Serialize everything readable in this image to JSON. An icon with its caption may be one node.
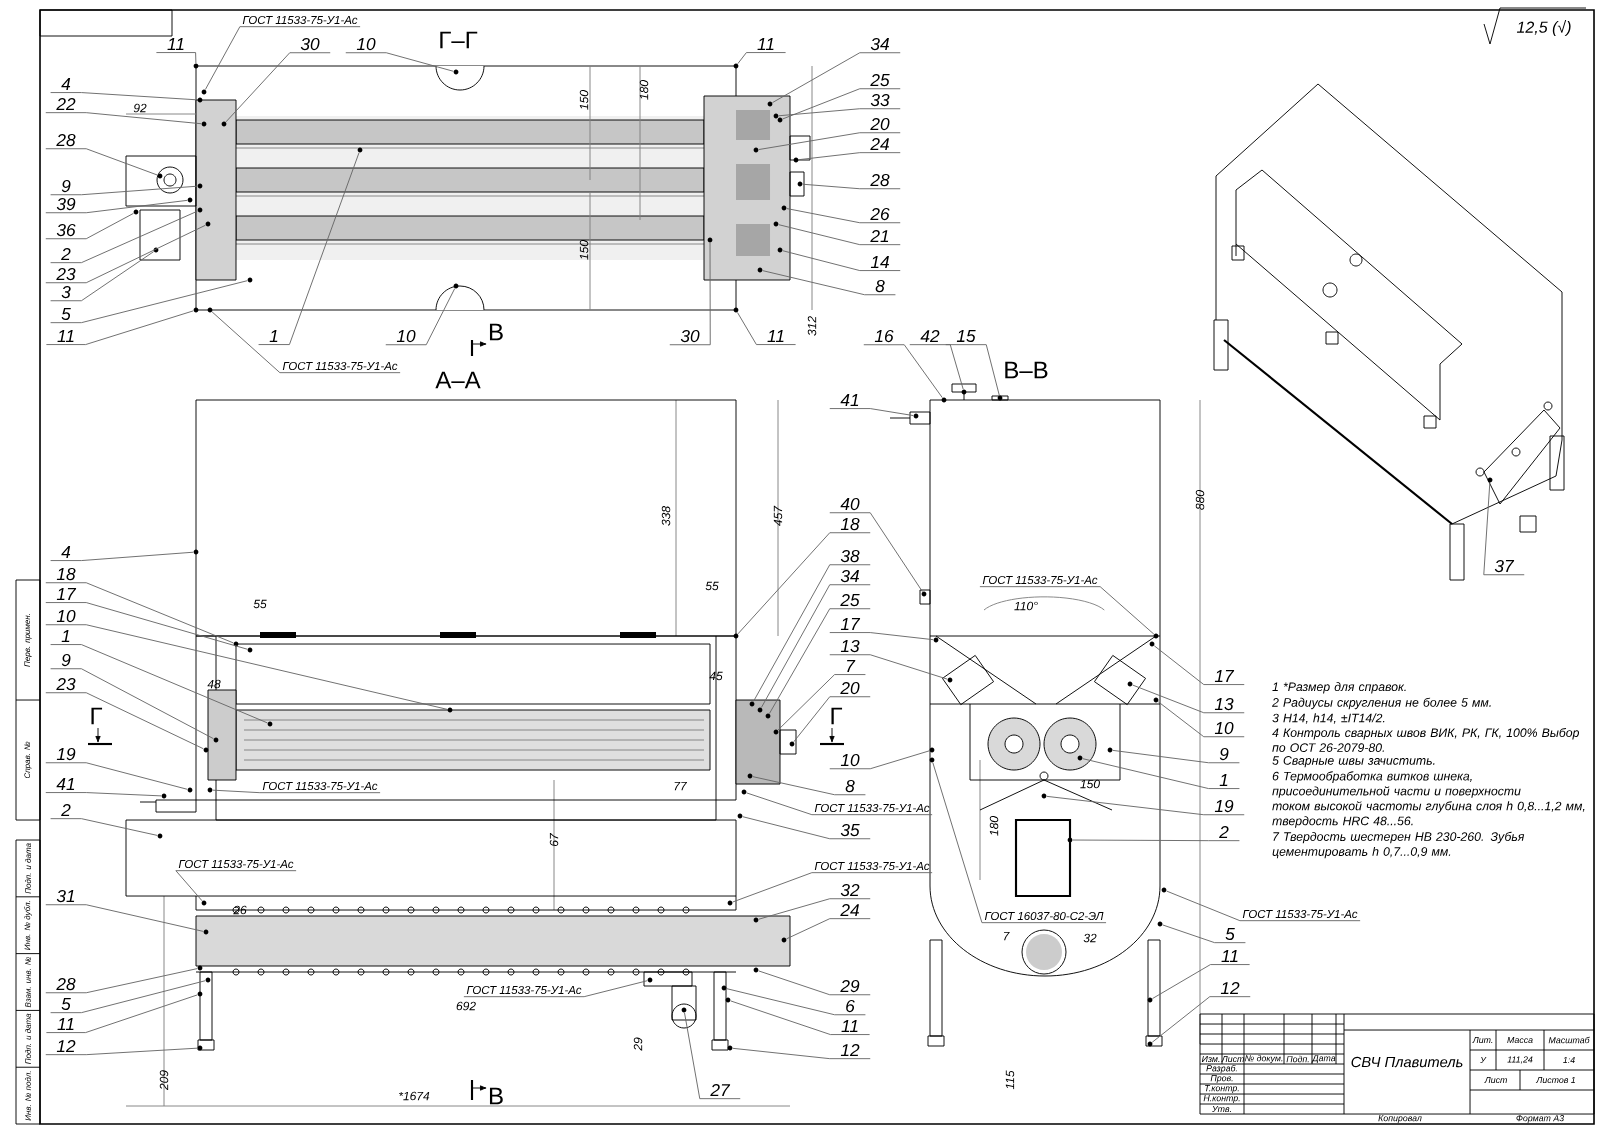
{
  "diagram": {
    "nodes": [
      {
        "text": [
          "ГОСТ 11533-75-У1-Ас"
        ]
      },
      {
        "text": [
          "11"
        ]
      },
      {
        "text": [
          "4"
        ]
      },
      {
        "text": [
          "22"
        ]
      },
      {
        "text": [
          "28"
        ]
      },
      {
        "text": [
          "9"
        ]
      },
      {
        "text": [
          "39"
        ]
      },
      {
        "text": [
          "36"
        ]
      },
      {
        "text": [
          "2"
        ]
      },
      {
        "text": [
          "23"
        ]
      },
      {
        "text": [
          "3"
        ]
      },
      {
        "text": [
          "5"
        ]
      },
      {
        "text": [
          "11"
        ]
      },
      {
        "text": [
          "30"
        ]
      },
      {
        "text": [
          "10"
        ]
      },
      {
        "text": [
          "11"
        ]
      },
      {
        "text": [
          "34"
        ]
      },
      {
        "text": [
          "25"
        ]
      },
      {
        "text": [
          "33"
        ]
      },
      {
        "text": [
          "20"
        ]
      },
      {
        "text": [
          "24"
        ]
      },
      {
        "text": [
          "28"
        ]
      },
      {
        "text": [
          "26"
        ]
      },
      {
        "text": [
          "21"
        ]
      },
      {
        "text": [
          "14"
        ]
      },
      {
        "text": [
          "8"
        ]
      },
      {
        "text": [
          "1"
        ]
      },
      {
        "text": [
          "10"
        ]
      },
      {
        "text": [
          "30"
        ]
      },
      {
        "text": [
          "11"
        ]
      },
      {
        "text": [
          "ГОСТ 11533-75-У1-Ас"
        ]
      },
      {
        "text": [
          "4"
        ]
      },
      {
        "text": [
          "18"
        ]
      },
      {
        "text": [
          "17"
        ]
      },
      {
        "text": [
          "10"
        ]
      },
      {
        "text": [
          "1"
        ]
      },
      {
        "text": [
          "9"
        ]
      },
      {
        "text": [
          "23"
        ]
      },
      {
        "text": [
          "19"
        ]
      },
      {
        "text": [
          "41"
        ]
      },
      {
        "text": [
          "2"
        ]
      },
      {
        "text": [
          "31"
        ]
      },
      {
        "text": [
          "28"
        ]
      },
      {
        "text": [
          "5"
        ]
      },
      {
        "text": [
          "11"
        ]
      },
      {
        "text": [
          "12"
        ]
      },
      {
        "text": [
          "ГОСТ 11533-75-У1-Ас"
        ]
      },
      {
        "text": [
          "ГОСТ 11533-75-У1-Ас"
        ]
      },
      {
        "text": [
          "ГОСТ 11533-75-У1-Ас"
        ]
      },
      {
        "text": [
          "41"
        ]
      },
      {
        "text": [
          "40"
        ]
      },
      {
        "text": [
          "18"
        ]
      },
      {
        "text": [
          "38"
        ]
      },
      {
        "text": [
          "34"
        ]
      },
      {
        "text": [
          "25"
        ]
      },
      {
        "text": [
          "17"
        ]
      },
      {
        "text": [
          "13"
        ]
      },
      {
        "text": [
          "7"
        ]
      },
      {
        "text": [
          "20"
        ]
      },
      {
        "text": [
          "10"
        ]
      },
      {
        "text": [
          "8"
        ]
      },
      {
        "text": [
          "ГОСТ 11533-75-У1-Ас"
        ]
      },
      {
        "text": [
          "35"
        ]
      },
      {
        "text": [
          "ГОСТ 11533-75-У1-Ас"
        ]
      },
      {
        "text": [
          "32"
        ]
      },
      {
        "text": [
          "24"
        ]
      },
      {
        "text": [
          "29"
        ]
      },
      {
        "text": [
          "6"
        ]
      },
      {
        "text": [
          "11"
        ]
      },
      {
        "text": [
          "12"
        ]
      },
      {
        "text": [
          "27"
        ]
      },
      {
        "text": [
          "16"
        ]
      },
      {
        "text": [
          "42"
        ]
      },
      {
        "text": [
          "15"
        ]
      },
      {
        "text": [
          "ГОСТ 11533-75-У1-Ас"
        ]
      },
      {
        "text": [
          "17"
        ]
      },
      {
        "text": [
          "13"
        ]
      },
      {
        "text": [
          "10"
        ]
      },
      {
        "text": [
          "9"
        ]
      },
      {
        "text": [
          "1"
        ]
      },
      {
        "text": [
          "19"
        ]
      },
      {
        "text": [
          "2"
        ]
      },
      {
        "text": [
          "ГОСТ 16037-80-С2-ЭЛ"
        ]
      },
      {
        "text": [
          "ГОСТ 11533-75-У1-Ас"
        ]
      },
      {
        "text": [
          "5"
        ]
      },
      {
        "text": [
          "11"
        ]
      },
      {
        "text": [
          "12"
        ]
      },
      {
        "text": [
          "37"
        ]
      },
      {
        "text": [],
        "shape": "dot"
      },
      {
        "text": [],
        "shape": "dot"
      },
      {
        "text": [],
        "shape": "dot"
      },
      {
        "text": [],
        "shape": "dot"
      },
      {
        "text": [],
        "shape": "dot"
      },
      {
        "text": [],
        "shape": "dot"
      },
      {
        "text": [],
        "shape": "dot"
      },
      {
        "text": [],
        "shape": "dot"
      },
      {
        "text": [],
        "shape": "dot"
      },
      {
        "text": [],
        "shape": "dot"
      },
      {
        "text": [],
        "shape": "dot"
      },
      {
        "text": [],
        "shape": "dot"
      },
      {
        "text": [],
        "shape": "dot"
      },
      {
        "text": [],
        "shape": "dot"
      },
      {
        "text": [],
        "shape": "dot"
      },
      {
        "text": [],
        "shape": "dot"
      },
      {
        "text": [],
        "shape": "dot"
      },
      {
        "text": [],
        "shape": "dot"
      },
      {
        "text": [],
        "shape": "dot"
      },
      {
        "text": [],
        "shape": "dot"
      },
      {
        "text": [],
        "shape": "dot"
      },
      {
        "text": [],
        "shape": "dot"
      },
      {
        "text": [],
        "shape": "dot"
      },
      {
        "text": [],
        "shape": "dot"
      },
      {
        "text": [],
        "shape": "dot"
      },
      {
        "text": [],
        "shape": "dot"
      },
      {
        "text": [],
        "shape": "dot"
      },
      {
        "text": [],
        "shape": "dot"
      },
      {
        "text": [],
        "shape": "dot"
      },
      {
        "text": [],
        "shape": "dot"
      },
      {
        "text": [],
        "shape": "dot"
      },
      {
        "text": [],
        "shape": "dot"
      },
      {
        "text": [],
        "shape": "dot"
      },
      {
        "text": [],
        "shape": "dot"
      },
      {
        "text": [],
        "shape": "dot"
      },
      {
        "text": [],
        "shape": "dot"
      },
      {
        "text": [],
        "shape": "dot"
      },
      {
        "text": [],
        "shape": "dot"
      },
      {
        "text": [],
        "shape": "dot"
      },
      {
        "text": [],
        "shape": "dot"
      },
      {
        "text": [],
        "shape": "dot"
      },
      {
        "text": [],
        "shape": "dot"
      },
      {
        "text": [],
        "shape": "dot"
      },
      {
        "text": [],
        "shape": "dot"
      },
      {
        "text": [],
        "shape": "dot"
      },
      {
        "text": [],
        "shape": "dot"
      },
      {
        "text": [],
        "shape": "dot"
      },
      {
        "text": [],
        "shape": "dot"
      },
      {
        "text": [],
        "shape": "dot"
      },
      {
        "text": [],
        "shape": "dot"
      },
      {
        "text": [],
        "shape": "dot"
      },
      {
        "text": [],
        "shape": "dot"
      },
      {
        "text": [],
        "shape": "dot"
      },
      {
        "text": [],
        "shape": "dot"
      },
      {
        "text": [],
        "shape": "dot"
      },
      {
        "text": [],
        "shape": "dot"
      },
      {
        "text": [],
        "shape": "dot"
      },
      {
        "text": [],
        "shape": "dot"
      },
      {
        "text": [],
        "shape": "dot"
      },
      {
        "text": [],
        "shape": "dot"
      },
      {
        "text": [],
        "shape": "dot"
      },
      {
        "text": [],
        "shape": "dot"
      },
      {
        "text": [],
        "shape": "dot"
      },
      {
        "text": [],
        "shape": "dot"
      },
      {
        "text": [],
        "shape": "dot"
      },
      {
        "text": [],
        "shape": "dot"
      },
      {
        "text": [],
        "shape": "dot"
      },
      {
        "text": [],
        "shape": "dot"
      },
      {
        "text": [],
        "shape": "dot"
      },
      {
        "text": [],
        "shape": "dot"
      },
      {
        "text": [],
        "shape": "dot"
      },
      {
        "text": [],
        "shape": "dot"
      },
      {
        "text": [],
        "shape": "dot"
      },
      {
        "text": [],
        "shape": "dot"
      },
      {
        "text": [],
        "shape": "dot"
      },
      {
        "text": [],
        "shape": "dot"
      },
      {
        "text": [],
        "shape": "dot"
      },
      {
        "text": [],
        "shape": "dot"
      },
      {
        "text": [],
        "shape": "dot"
      },
      {
        "text": [],
        "shape": "dot"
      },
      {
        "text": [],
        "shape": "dot"
      },
      {
        "text": [],
        "shape": "dot"
      },
      {
        "text": [],
        "shape": "dot"
      },
      {
        "text": [],
        "shape": "dot"
      },
      {
        "text": [],
        "shape": "dot"
      },
      {
        "text": [],
        "shape": "dot"
      },
      {
        "text": [],
        "shape": "dot"
      },
      {
        "text": [],
        "shape": "dot"
      }
    ],
    "edges": [
      {
        "from": 0,
        "to": 88,
        "arrow": "none"
      },
      {
        "from": 1,
        "to": 89,
        "arrow": "none"
      },
      {
        "from": 2,
        "to": 90,
        "arrow": "none"
      },
      {
        "from": 3,
        "to": 91,
        "arrow": "none"
      },
      {
        "from": 4,
        "to": 92,
        "arrow": "none"
      },
      {
        "from": 5,
        "to": 93,
        "arrow": "none"
      },
      {
        "from": 6,
        "to": 94,
        "arrow": "none"
      },
      {
        "from": 7,
        "to": 95,
        "arrow": "none"
      },
      {
        "from": 8,
        "to": 96,
        "arrow": "none"
      },
      {
        "from": 9,
        "to": 97,
        "arrow": "none"
      },
      {
        "from": 10,
        "to": 98,
        "arrow": "none"
      },
      {
        "from": 11,
        "to": 99,
        "arrow": "none"
      },
      {
        "from": 12,
        "to": 100,
        "arrow": "none"
      },
      {
        "from": 13,
        "to": 101,
        "arrow": "none"
      },
      {
        "from": 14,
        "to": 102,
        "arrow": "none"
      },
      {
        "from": 15,
        "to": 103,
        "arrow": "none"
      },
      {
        "from": 16,
        "to": 104,
        "arrow": "none"
      },
      {
        "from": 17,
        "to": 105,
        "arrow": "none"
      },
      {
        "from": 18,
        "to": 106,
        "arrow": "none"
      },
      {
        "from": 19,
        "to": 107,
        "arrow": "none"
      },
      {
        "from": 20,
        "to": 108,
        "arrow": "none"
      },
      {
        "from": 21,
        "to": 109,
        "arrow": "none"
      },
      {
        "from": 22,
        "to": 110,
        "arrow": "none"
      },
      {
        "from": 23,
        "to": 111,
        "arrow": "none"
      },
      {
        "from": 24,
        "to": 112,
        "arrow": "none"
      },
      {
        "from": 25,
        "to": 113,
        "arrow": "none"
      },
      {
        "from": 26,
        "to": 114,
        "arrow": "none"
      },
      {
        "from": 27,
        "to": 115,
        "arrow": "none"
      },
      {
        "from": 28,
        "to": 116,
        "arrow": "none"
      },
      {
        "from": 29,
        "to": 117,
        "arrow": "none"
      },
      {
        "from": 30,
        "to": 118,
        "arrow": "none"
      },
      {
        "from": 31,
        "to": 119,
        "arrow": "none"
      },
      {
        "from": 32,
        "to": 120,
        "arrow": "none"
      },
      {
        "from": 33,
        "to": 121,
        "arrow": "none"
      },
      {
        "from": 34,
        "to": 122,
        "arrow": "none"
      },
      {
        "from": 35,
        "to": 123,
        "arrow": "none"
      },
      {
        "from": 36,
        "to": 124,
        "arrow": "none"
      },
      {
        "from": 37,
        "to": 125,
        "arrow": "none"
      },
      {
        "from": 38,
        "to": 126,
        "arrow": "none"
      },
      {
        "from": 39,
        "to": 127,
        "arrow": "none"
      },
      {
        "from": 40,
        "to": 128,
        "arrow": "none"
      },
      {
        "from": 41,
        "to": 129,
        "arrow": "none"
      },
      {
        "from": 42,
        "to": 130,
        "arrow": "none"
      },
      {
        "from": 43,
        "to": 131,
        "arrow": "none"
      },
      {
        "from": 44,
        "to": 132,
        "arrow": "none"
      },
      {
        "from": 45,
        "to": 133,
        "arrow": "none"
      },
      {
        "from": 46,
        "to": 134,
        "arrow": "none"
      },
      {
        "from": 47,
        "to": 135,
        "arrow": "none"
      },
      {
        "from": 48,
        "to": 136,
        "arrow": "none"
      },
      {
        "from": 49,
        "to": 137,
        "arrow": "none"
      },
      {
        "from": 50,
        "to": 138,
        "arrow": "none"
      },
      {
        "from": 51,
        "to": 139,
        "arrow": "none"
      },
      {
        "from": 52,
        "to": 140,
        "arrow": "none"
      },
      {
        "from": 53,
        "to": 141,
        "arrow": "none"
      },
      {
        "from": 54,
        "to": 142,
        "arrow": "none"
      },
      {
        "from": 55,
        "to": 143,
        "arrow": "none"
      },
      {
        "from": 56,
        "to": 144,
        "arrow": "none"
      },
      {
        "from": 57,
        "to": 145,
        "arrow": "none"
      },
      {
        "from": 58,
        "to": 146,
        "arrow": "none"
      },
      {
        "from": 59,
        "to": 147,
        "arrow": "none"
      },
      {
        "from": 60,
        "to": 148,
        "arrow": "none"
      },
      {
        "from": 61,
        "to": 149,
        "arrow": "none"
      },
      {
        "from": 62,
        "to": 150,
        "arrow": "none"
      },
      {
        "from": 63,
        "to": 151,
        "arrow": "none"
      },
      {
        "from": 64,
        "to": 152,
        "arrow": "none"
      },
      {
        "from": 65,
        "to": 153,
        "arrow": "none"
      },
      {
        "from": 66,
        "to": 154,
        "arrow": "none"
      },
      {
        "from": 67,
        "to": 155,
        "arrow": "none"
      },
      {
        "from": 68,
        "to": 156,
        "arrow": "none"
      },
      {
        "from": 69,
        "to": 157,
        "arrow": "none"
      },
      {
        "from": 70,
        "to": 158,
        "arrow": "none"
      },
      {
        "from": 71,
        "to": 159,
        "arrow": "none"
      },
      {
        "from": 72,
        "to": 160,
        "arrow": "none"
      },
      {
        "from": 73,
        "to": 161,
        "arrow": "none"
      },
      {
        "from": 74,
        "to": 162,
        "arrow": "none"
      },
      {
        "from": 75,
        "to": 163,
        "arrow": "none"
      },
      {
        "from": 76,
        "to": 164,
        "arrow": "none"
      },
      {
        "from": 77,
        "to": 165,
        "arrow": "none"
      },
      {
        "from": 78,
        "to": 166,
        "arrow": "none"
      },
      {
        "from": 79,
        "to": 167,
        "arrow": "none"
      },
      {
        "from": 80,
        "to": 168,
        "arrow": "none"
      },
      {
        "from": 81,
        "to": 169,
        "arrow": "none"
      },
      {
        "from": 82,
        "to": 170,
        "arrow": "none"
      },
      {
        "from": 83,
        "to": 171,
        "arrow": "none"
      },
      {
        "from": 84,
        "to": 172,
        "arrow": "none"
      },
      {
        "from": 85,
        "to": 173,
        "arrow": "none"
      },
      {
        "from": 86,
        "to": 174,
        "arrow": "none"
      },
      {
        "from": 87,
        "to": 175,
        "arrow": "none"
      }
    ],
    "labels": [
      "Г–Г",
      "92",
      "150",
      "180",
      "150",
      "В",
      "312",
      "А–А",
      "Г",
      "55",
      "48",
      "338",
      "457",
      "55",
      "45",
      "77",
      "67",
      "26",
      "692",
      "29",
      "209",
      "*1674",
      "В",
      "Г",
      "В–В",
      "880",
      "110°",
      "150",
      "180",
      "7",
      "32",
      "115",
      "12,5 (√)",
      "1 *Размер для справок.",
      "2 Радиусы скругления не более 5 мм.",
      "3 H14, h14, ±IT14/2.",
      "4 Контроль сварных швов ВИК, РК, ГК, 100% Выбор по ОСТ 26-2079-80.",
      "5 Сварные швы зачистить.",
      "6 Термообработка витков шнека, присоединительной части и поверхности током высокой частоты глубина слоя h 0,8...1,2 мм, твердость HRC 48...56.",
      "7 Твердость шестерен НВ 230-260. Зубья цементировать h 0,7...0,9 мм.",
      "Изм.",
      "Лист",
      "№ докум.",
      "Подп.",
      "Дата",
      "Разраб.",
      "Пров.",
      "Т.контр.",
      "Н.контр.",
      "Утв.",
      "СВЧ Плавитель",
      "Лит.",
      "Масса",
      "Масштаб",
      "У",
      "111,24",
      "1:4",
      "Лист",
      "Листов 1",
      "Копировал",
      "Формат А3",
      "Перв. примен.",
      "Справ. №",
      "Подп. и дата",
      "Инв. № дубл.",
      "Взам. инв. №",
      "Подп. и дата",
      "Инв. № подл."
    ]
  }
}
